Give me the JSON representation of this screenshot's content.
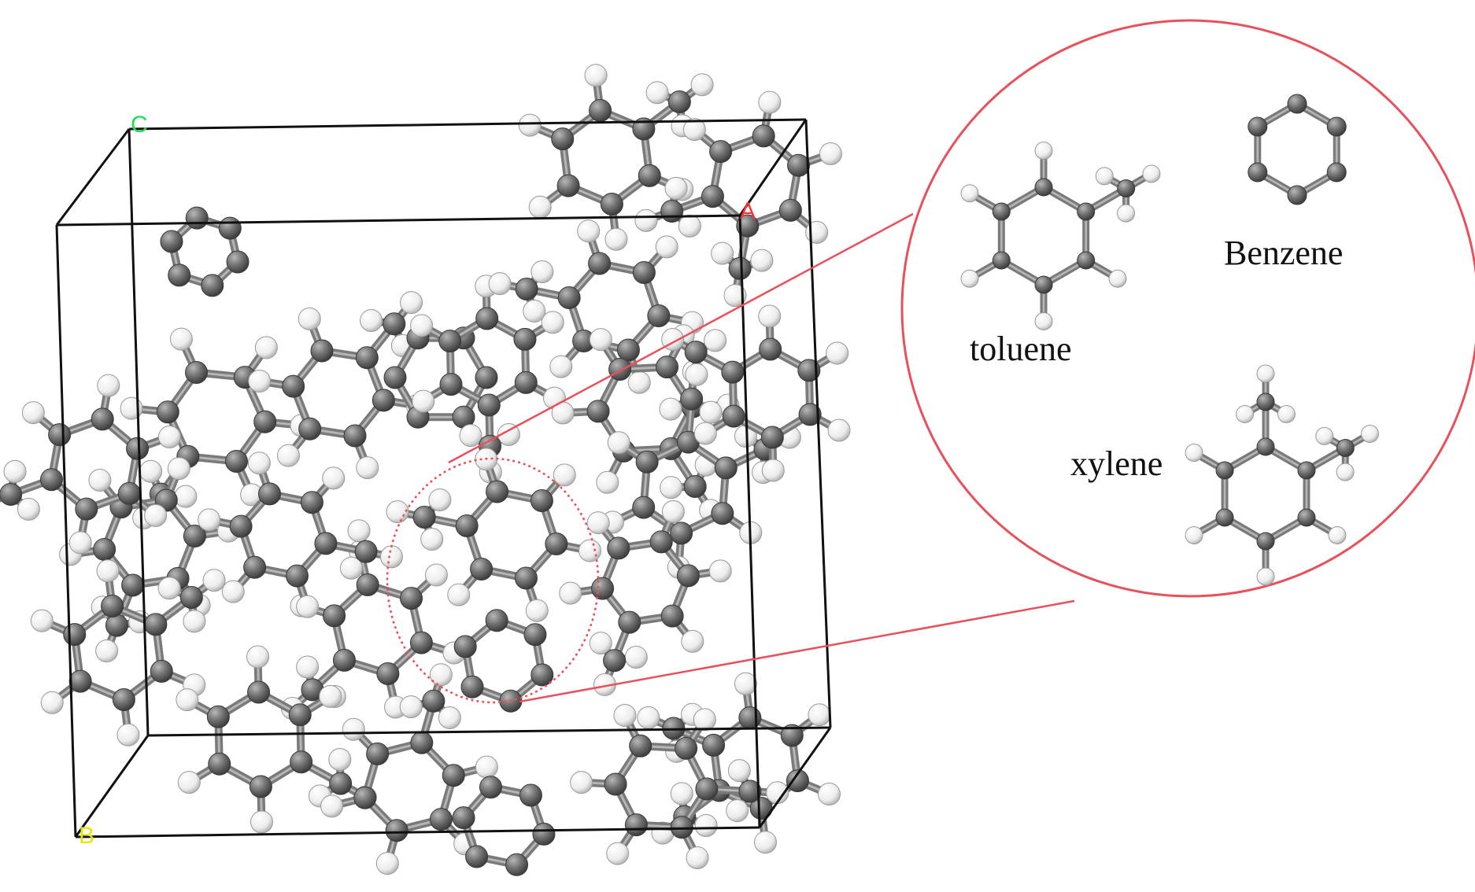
{
  "figure": {
    "axis_labels": {
      "a": "A",
      "b": "B",
      "c": "C"
    },
    "molecules": {
      "toluene": "toluene",
      "benzene": "Benzene",
      "xylene": "xylene"
    },
    "colors": {
      "carbon": "#6f6f6f",
      "hydrogen": "#f2f2f2",
      "bond": "#7a7a7a",
      "cell_edge": "#111111",
      "zoom_outline": "#e8505b",
      "axis_a": "#ff3333",
      "axis_b": "#e6e600",
      "axis_c": "#22dd55"
    }
  }
}
